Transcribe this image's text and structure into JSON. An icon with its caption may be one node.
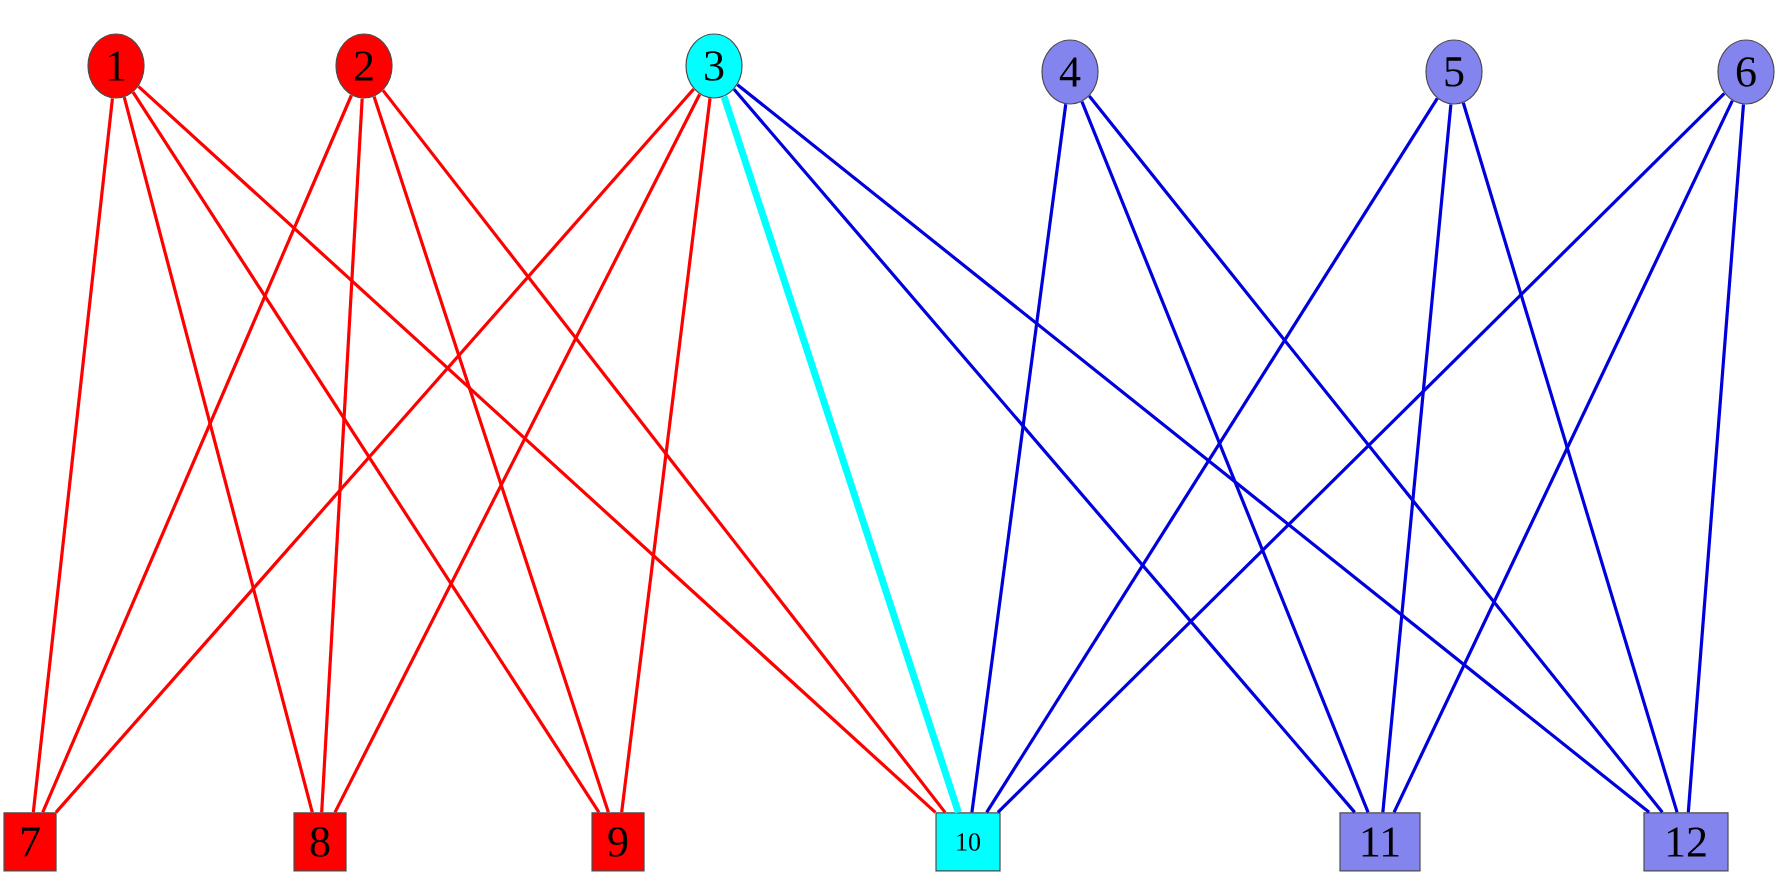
{
  "diagram": {
    "nodes": [
      {
        "text": [
          "1"
        ]
      },
      {
        "text": [
          "2"
        ]
      },
      {
        "text": [
          "3"
        ]
      },
      {
        "text": [
          "4"
        ]
      },
      {
        "text": [
          "5"
        ]
      },
      {
        "text": [
          "6"
        ]
      },
      {
        "text": [
          "7"
        ]
      },
      {
        "text": [
          "8"
        ]
      },
      {
        "text": [
          "9"
        ]
      },
      {
        "text": [
          "10"
        ]
      },
      {
        "text": [
          "11"
        ]
      },
      {
        "text": [
          "12"
        ]
      }
    ],
    "edges": [
      {
        "from": 0,
        "to": 6,
        "arrow": "none",
        "color": "#ff0000"
      },
      {
        "from": 0,
        "to": 7,
        "arrow": "none",
        "color": "#ff0000"
      },
      {
        "from": 0,
        "to": 8,
        "arrow": "none",
        "color": "#ff0000"
      },
      {
        "from": 0,
        "to": 9,
        "arrow": "none",
        "color": "#ff0000"
      },
      {
        "from": 1,
        "to": 6,
        "arrow": "none",
        "color": "#ff0000"
      },
      {
        "from": 1,
        "to": 7,
        "arrow": "none",
        "color": "#ff0000"
      },
      {
        "from": 1,
        "to": 8,
        "arrow": "none",
        "color": "#ff0000"
      },
      {
        "from": 1,
        "to": 9,
        "arrow": "none",
        "color": "#ff0000"
      },
      {
        "from": 2,
        "to": 6,
        "arrow": "none",
        "color": "#ff0000"
      },
      {
        "from": 2,
        "to": 7,
        "arrow": "none",
        "color": "#ff0000"
      },
      {
        "from": 2,
        "to": 8,
        "arrow": "none",
        "color": "#ff0000"
      },
      {
        "from": 2,
        "to": 9,
        "arrow": "none",
        "style": "thick",
        "color": "#00ffff"
      },
      {
        "from": 2,
        "to": 10,
        "arrow": "none",
        "color": "#0000dd"
      },
      {
        "from": 2,
        "to": 11,
        "arrow": "none",
        "color": "#0000dd"
      },
      {
        "from": 3,
        "to": 9,
        "arrow": "none",
        "color": "#0000dd"
      },
      {
        "from": 3,
        "to": 10,
        "arrow": "none",
        "color": "#0000dd"
      },
      {
        "from": 3,
        "to": 11,
        "arrow": "none",
        "color": "#0000dd"
      },
      {
        "from": 4,
        "to": 9,
        "arrow": "none",
        "color": "#0000dd"
      },
      {
        "from": 4,
        "to": 10,
        "arrow": "none",
        "color": "#0000dd"
      },
      {
        "from": 4,
        "to": 11,
        "arrow": "none",
        "color": "#0000dd"
      },
      {
        "from": 5,
        "to": 9,
        "arrow": "none",
        "color": "#0000dd"
      },
      {
        "from": 5,
        "to": 10,
        "arrow": "none",
        "color": "#0000dd"
      },
      {
        "from": 5,
        "to": 11,
        "arrow": "none",
        "color": "#0000dd"
      }
    ]
  }
}
